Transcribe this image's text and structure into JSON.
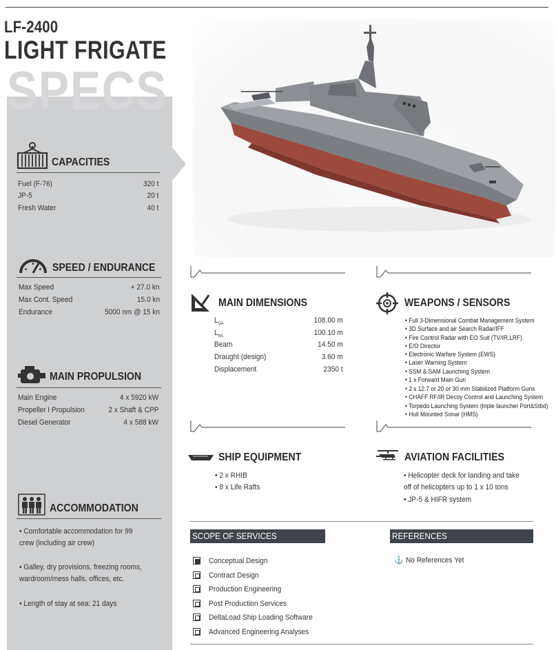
{
  "header": {
    "model": "LF-2400",
    "title": "LIGHT FRIGATE",
    "watermark": "SPECS"
  },
  "capacities": {
    "title": "CAPACITIES",
    "rows": [
      {
        "label": "Fuel (F-76)",
        "value": "320 t"
      },
      {
        "label": "JP-5",
        "value": "20 t"
      },
      {
        "label": "Fresh Water",
        "value": "40 t"
      }
    ]
  },
  "speed": {
    "title": "SPEED / ENDURANCE",
    "rows": [
      {
        "label": "Max Speed",
        "value": "+ 27.0 kn"
      },
      {
        "label": "Max Cont. Speed",
        "value": "15.0 kn"
      },
      {
        "label": "Endurance",
        "value": "5000 nm @ 15 kn"
      }
    ]
  },
  "propulsion": {
    "title": "MAIN PROPULSION",
    "rows": [
      {
        "label": "Main Engine",
        "value": "4 x 5920 kW"
      },
      {
        "label": "Propeller I Propulsion",
        "value": "2 x Shaft & CPP"
      },
      {
        "label": "Diesel Generator",
        "value": "4 x 588 kW"
      }
    ]
  },
  "accommodation": {
    "title": "ACCOMMODATION",
    "items": [
      "Comfortable accommodation for 99 crew (including air crew)",
      "Galley, dry provisions, freezing rooms, wardroom/mess halls, offices, etc.",
      "Length of stay at sea: 21 days"
    ]
  },
  "dimensions": {
    "title": "MAIN DIMENSIONS",
    "rows": [
      {
        "label": "L",
        "sub": "OA",
        "value": "108.00 m"
      },
      {
        "label": "L",
        "sub": "WL",
        "value": "100.10 m"
      },
      {
        "label": "Beam",
        "sub": "",
        "value": "14.50 m"
      },
      {
        "label": "Draught (design)",
        "sub": "",
        "value": "3.60 m"
      },
      {
        "label": "Displacement",
        "sub": "",
        "value": "2350 t"
      }
    ]
  },
  "weapons": {
    "title": "WEAPONS / SENSORS",
    "items": [
      "Full 3-Dimensional Combat Management System",
      "3D Surface and air Search Radar/IFF",
      "Fire Control Radar with EO Suit (TV/IR,LRF)",
      "E/O Director",
      "Electronic Warfare System (EWS)",
      "Laser Warning System",
      "SSM & SAM Launching System",
      "1 x Forward Main Gun",
      "2 x 12.7 or 20 or 30 mm Stabilized Platform Guns",
      "CHAFF RF/IR Decoy Control and Launching System",
      "Torpedo Launching System (triple launcher Port&Stbd)",
      "Hull Mounted Sonar (HMS)"
    ]
  },
  "equipment": {
    "title": "SHIP EQUIPMENT",
    "items": [
      "2 x RHIB",
      "8 x Life Rafts"
    ]
  },
  "aviation": {
    "title": "AVIATION FACILITIES",
    "items": [
      "Helicopter deck for landing and take off of helicopters up to 1 x 10 tons",
      "JP-5 & HIFR system"
    ]
  },
  "services": {
    "title": "SCOPE OF SERVICES",
    "items": [
      {
        "label": "Conceptual Design",
        "checked": true
      },
      {
        "label": "Contract Design",
        "checked": false
      },
      {
        "label": "Production Engineering",
        "checked": false
      },
      {
        "label": "Post Production Services",
        "checked": false
      },
      {
        "label": "DeltaLoad Ship Loading Software",
        "checked": false
      },
      {
        "label": "Advanced Engineering Analyses",
        "checked": false
      }
    ]
  },
  "references": {
    "title": "REFERENCES",
    "note": "No References Yet"
  },
  "colors": {
    "panel": "#cfd0d2",
    "dark_bar": "#3e444a",
    "hull_red": "#9c4a3e",
    "hull_gray": "#7a7e83"
  }
}
